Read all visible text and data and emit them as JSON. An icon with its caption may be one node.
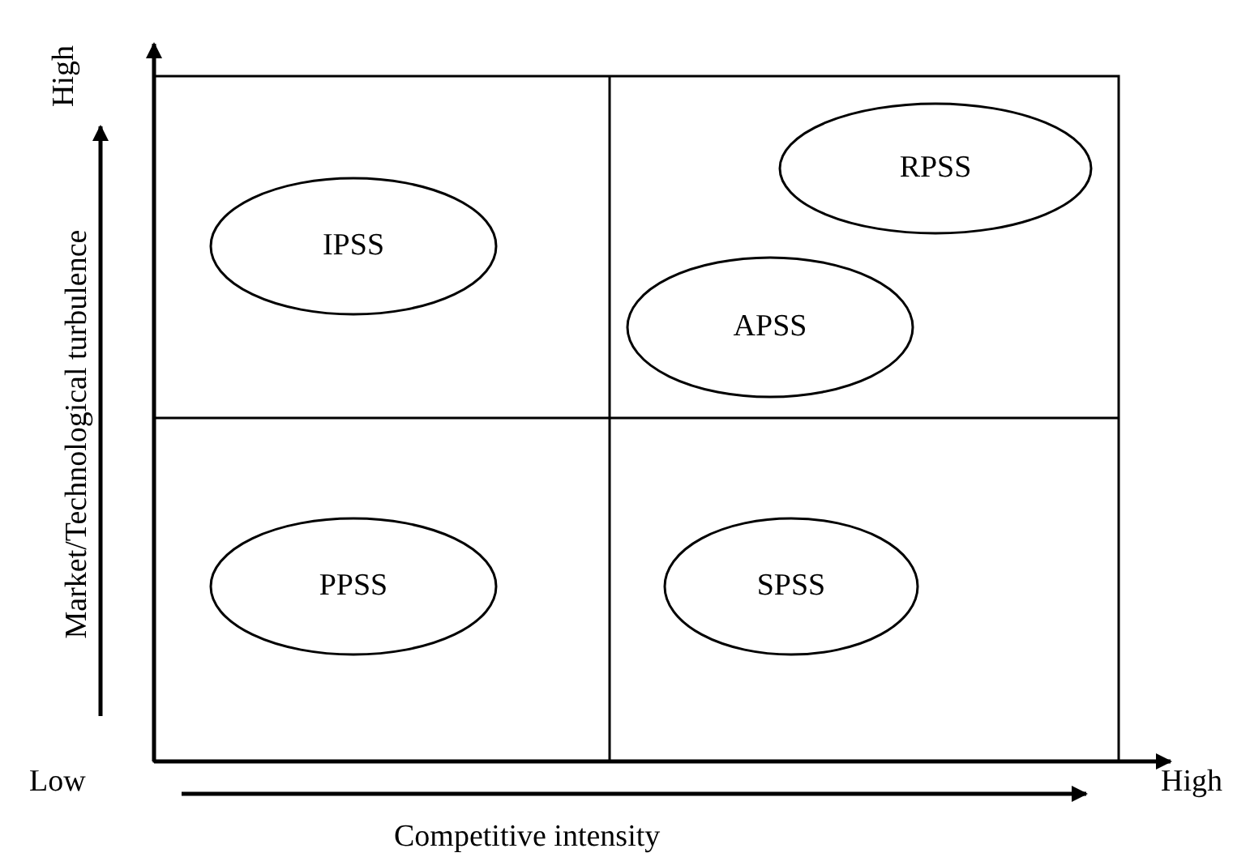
{
  "diagram": {
    "nodes": [
      {
        "text": [
          "IPSS"
        ]
      },
      {
        "text": [
          "RPSS"
        ]
      },
      {
        "text": [
          "APSS"
        ]
      },
      {
        "text": [
          "PPSS"
        ]
      },
      {
        "text": [
          "SPSS"
        ]
      }
    ],
    "labels": [
      "High",
      "Market/Technological turbulence",
      "Low",
      "High",
      "Competitive intensity"
    ]
  }
}
